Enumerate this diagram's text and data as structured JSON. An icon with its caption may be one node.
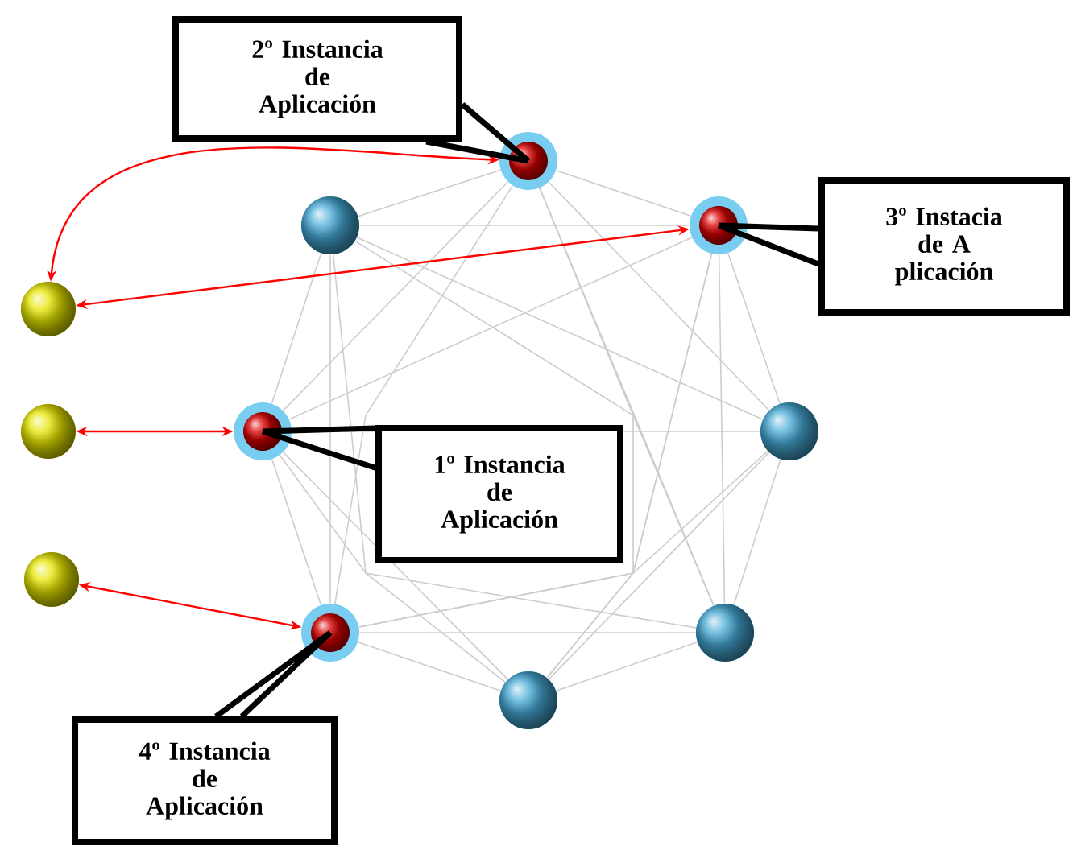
{
  "diagram": {
    "nodes": [
      {
        "text": [
          "2º Instancia de Aplicación"
        ]
      },
      {
        "text": [],
        "shape": "circle"
      },
      {
        "text": [],
        "shape": "circle"
      },
      {
        "text": [],
        "shape": "circle"
      },
      {
        "text": [
          "3º Instacia de A plicación"
        ]
      },
      {
        "text": [],
        "shape": "circle"
      },
      {
        "text": [],
        "shape": "circle"
      },
      {
        "text": [],
        "shape": "circle"
      },
      {
        "text": [],
        "shape": "circle"
      },
      {
        "text": [
          "1º Instancia de Aplicación"
        ]
      },
      {
        "text": [],
        "shape": "circle"
      },
      {
        "text": [],
        "shape": "circle"
      },
      {
        "text": [],
        "shape": "circle"
      },
      {
        "text": [],
        "shape": "circle"
      },
      {
        "text": [
          "4º Instancia de Aplicación"
        ]
      }
    ],
    "edges": [
      {
        "from": 1,
        "to": 2,
        "arrow": "none"
      },
      {
        "from": 1,
        "to": 3,
        "arrow": "none"
      },
      {
        "from": 1,
        "to": 7,
        "arrow": "none"
      },
      {
        "from": 1,
        "to": 8,
        "arrow": "none"
      },
      {
        "from": 1,
        "to": 11,
        "arrow": "none"
      },
      {
        "from": 1,
        "to": 12,
        "arrow": "none"
      },
      {
        "from": 1,
        "to": 13,
        "arrow": "none"
      },
      {
        "from": 2,
        "to": 3,
        "arrow": "none"
      },
      {
        "from": 2,
        "to": 7,
        "arrow": "none"
      },
      {
        "from": 2,
        "to": 8,
        "arrow": "none"
      },
      {
        "from": 2,
        "to": 11,
        "arrow": "none"
      },
      {
        "from": 2,
        "to": 12,
        "arrow": "none"
      },
      {
        "from": 2,
        "to": 13,
        "arrow": "none"
      },
      {
        "from": 3,
        "to": 7,
        "arrow": "none"
      },
      {
        "from": 3,
        "to": 8,
        "arrow": "none"
      },
      {
        "from": 3,
        "to": 11,
        "arrow": "none"
      },
      {
        "from": 3,
        "to": 12,
        "arrow": "none"
      },
      {
        "from": 3,
        "to": 13,
        "arrow": "none"
      },
      {
        "from": 7,
        "to": 8,
        "arrow": "none"
      },
      {
        "from": 7,
        "to": 11,
        "arrow": "none"
      },
      {
        "from": 7,
        "to": 12,
        "arrow": "none"
      },
      {
        "from": 7,
        "to": 13,
        "arrow": "none"
      },
      {
        "from": 8,
        "to": 11,
        "arrow": "none"
      },
      {
        "from": 8,
        "to": 12,
        "arrow": "none"
      },
      {
        "from": 8,
        "to": 13,
        "arrow": "none"
      },
      {
        "from": 11,
        "to": 12,
        "arrow": "none"
      },
      {
        "from": 11,
        "to": 13,
        "arrow": "none"
      },
      {
        "from": 12,
        "to": 13,
        "arrow": "none"
      },
      {
        "from": 5,
        "to": 1,
        "arrow": "both",
        "color": "#ff0000"
      },
      {
        "from": 5,
        "to": 3,
        "arrow": "both",
        "color": "#ff0000"
      },
      {
        "from": 6,
        "to": 7,
        "arrow": "both",
        "color": "#ff0000"
      },
      {
        "from": 10,
        "to": 11,
        "arrow": "both",
        "color": "#ff0000"
      },
      {
        "from": 0,
        "to": 1,
        "arrow": "none",
        "style": "thick",
        "color": "#000000"
      },
      {
        "from": 4,
        "to": 3,
        "arrow": "none",
        "style": "thick",
        "color": "#000000"
      },
      {
        "from": 9,
        "to": 7,
        "arrow": "none",
        "style": "thick",
        "color": "#000000"
      },
      {
        "from": 14,
        "to": 11,
        "arrow": "none",
        "style": "thick",
        "color": "#000000"
      }
    ]
  }
}
